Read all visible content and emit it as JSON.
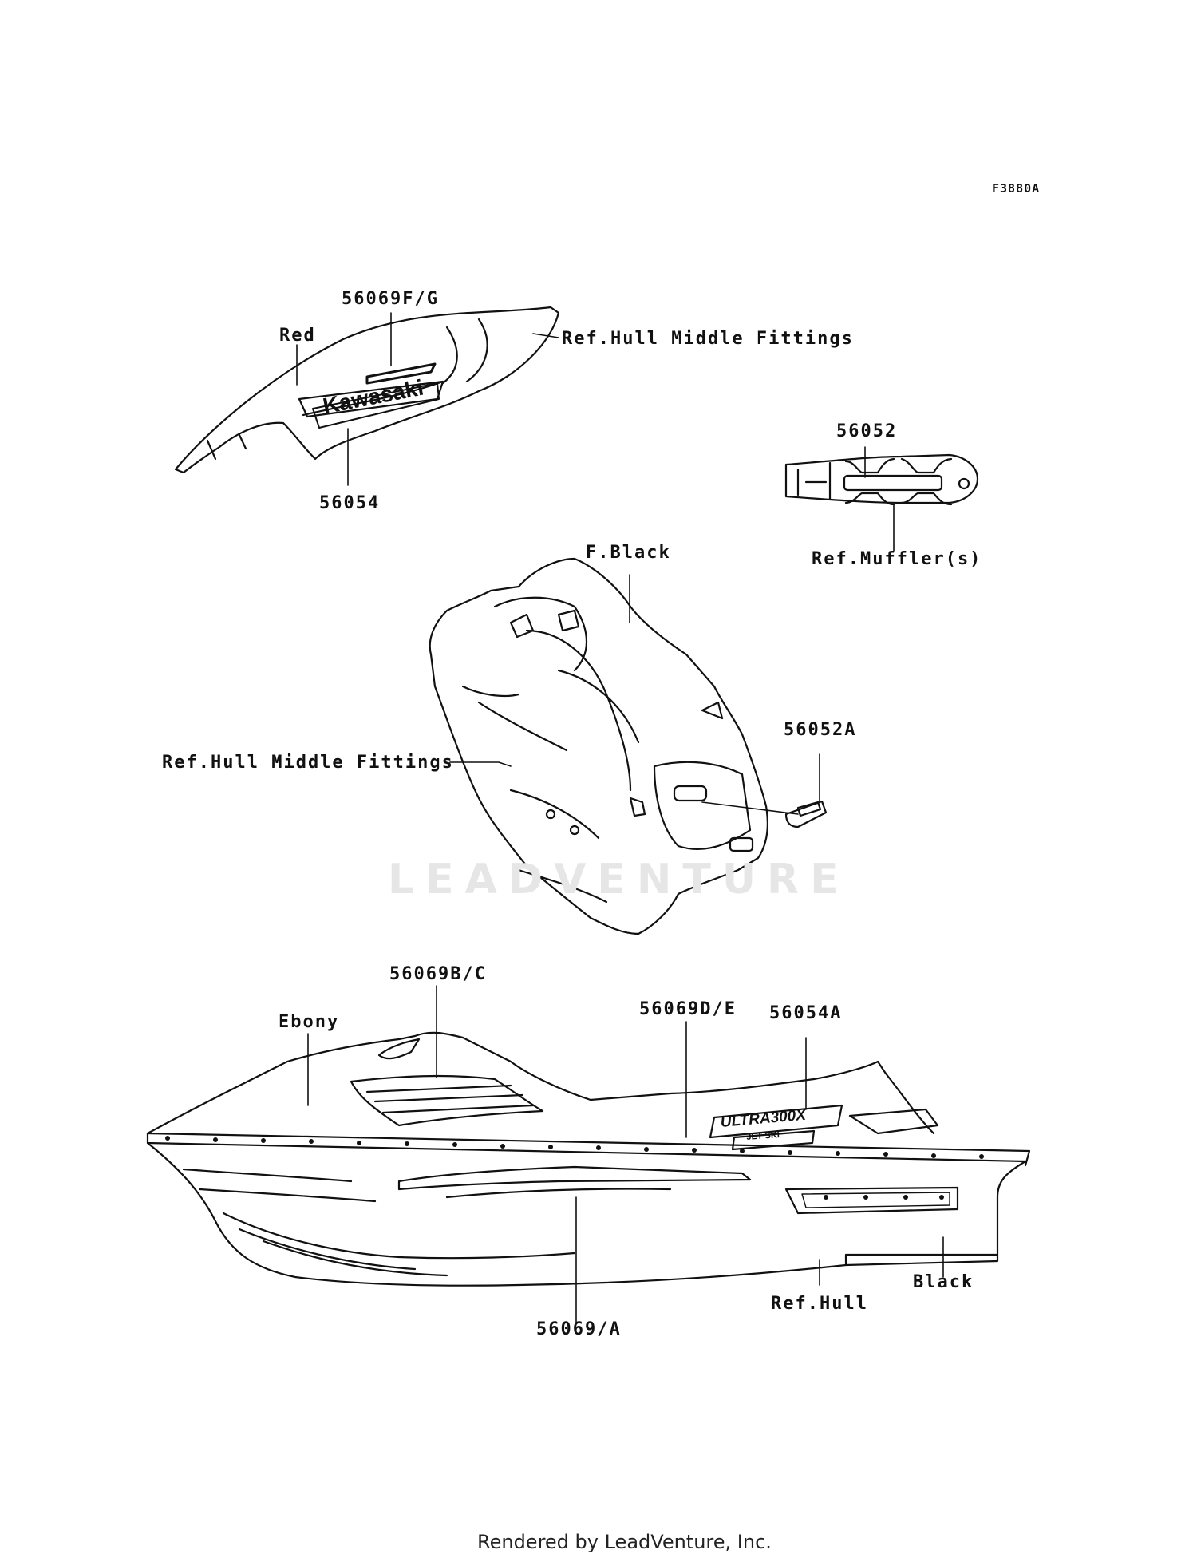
{
  "figure_code": "F3880A",
  "callouts": {
    "part_56069FG": "56069F/G",
    "red": "Red",
    "ref_hull_middle_fittings_top": "Ref.Hull Middle Fittings",
    "part_56054": "56054",
    "part_56052": "56052",
    "ref_mufflers": "Ref.Muffler(s)",
    "f_black": "F.Black",
    "part_56052A": "56052A",
    "ref_hull_middle_fittings_mid": "Ref.Hull Middle Fittings",
    "part_56069BC": "56069B/C",
    "ebony": "Ebony",
    "part_56069DE": "56069D/E",
    "part_56054A": "56054A",
    "black": "Black",
    "ref_hull": "Ref.Hull",
    "part_56069A": "56069/A"
  },
  "decal_text": {
    "kawasaki": "Kawasaki",
    "ultra": "ULTRA300X",
    "jetski": "JET SKI"
  },
  "watermark": "LEADVENTURE",
  "footer": "Rendered by LeadVenture, Inc.",
  "colors": {
    "line": "#111111",
    "background": "#ffffff",
    "watermark": "#e6e6e6"
  }
}
